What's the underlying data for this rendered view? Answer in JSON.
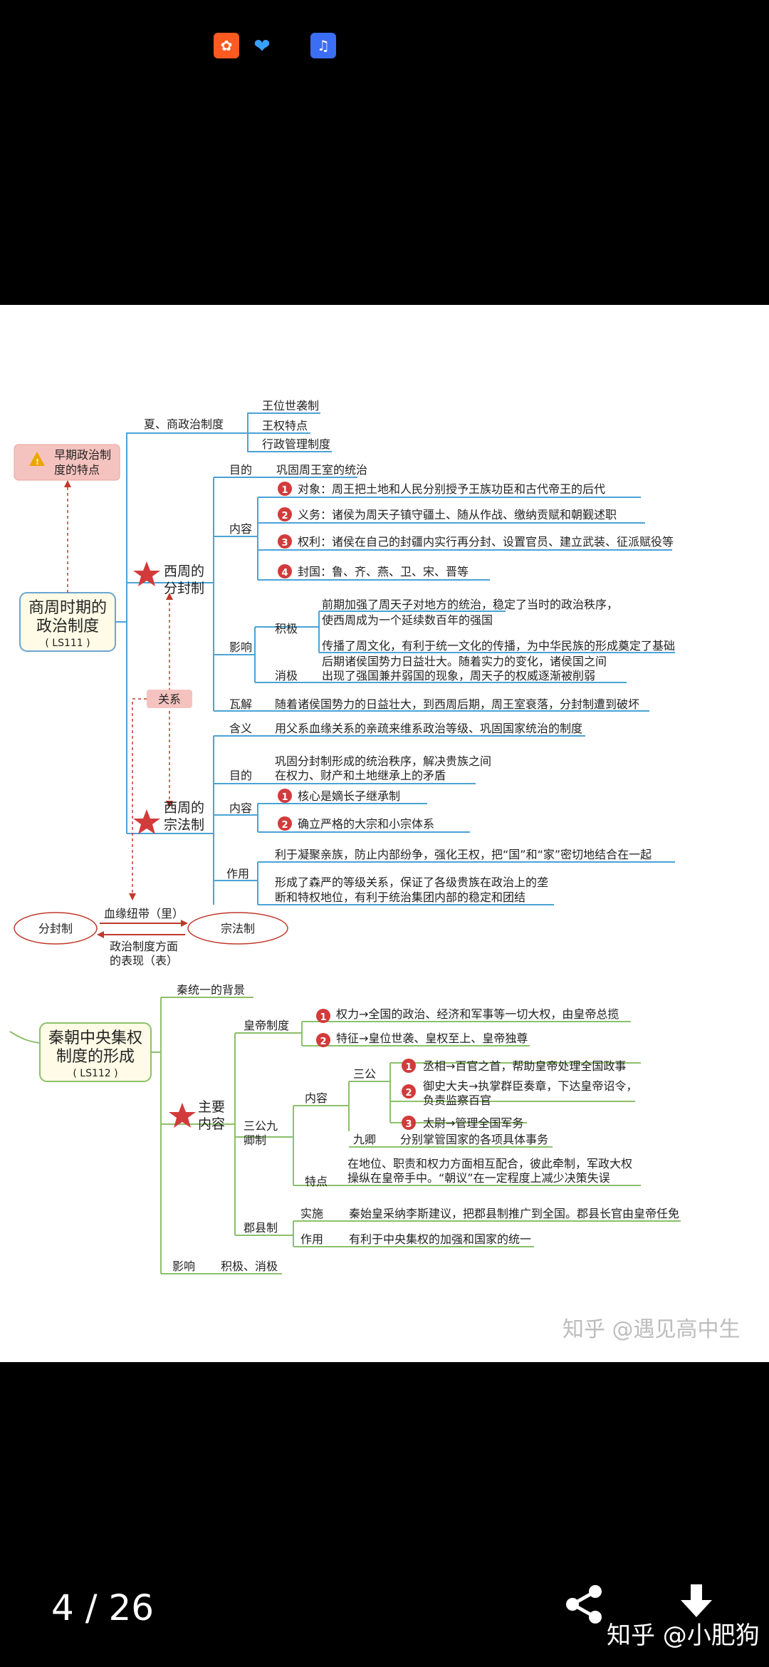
{
  "status_icons": [
    "kuaishou-icon",
    "heart-hand-icon",
    "music-icon"
  ],
  "viewer": {
    "page_counter": "4 / 26",
    "author_watermark": "知乎 @小肥狗"
  },
  "mindmap": {
    "watermark": "知乎 @遇见高中生",
    "colors": {
      "blue": "#4aa3d6",
      "green": "#8dc06a",
      "red": "#d23b3b",
      "pink_box": "#f5c3bf",
      "center_box": "#fffbe6"
    },
    "root1": {
      "line1": "商周时期的",
      "line2": "政治制度",
      "code": "( LS111 )"
    },
    "early": {
      "line1": "早期政治制",
      "line2": "度的特点"
    },
    "relation": "关系",
    "xia_shang": {
      "label": "夏、商政治制度",
      "items": [
        "王位世袭制",
        "王权特点",
        "行政管理制度"
      ]
    },
    "fenfeng": {
      "line1": "西周的",
      "line2": "分封制",
      "purpose_label": "目的",
      "purpose": "巩固周王室的统治",
      "content_label": "内容",
      "content": [
        {
          "n": "1",
          "text": "对象：周王把土地和人民分别授予王族功臣和古代帝王的后代"
        },
        {
          "n": "2",
          "text": "义务：诸侯为周天子镇守疆土、随从作战、缴纳贡赋和朝觐述职"
        },
        {
          "n": "3",
          "text": "权利：诸侯在自己的封疆内实行再分封、设置官员、建立武装、征派赋役等"
        },
        {
          "n": "4",
          "text": "封国：鲁、齐、燕、卫、宋、晋等"
        }
      ],
      "impact_label": "影响",
      "positive_label": "积极",
      "positive1a": "前期加强了周天子对地方的统治，稳定了当时的政治秩序，",
      "positive1b": "使西周成为一个延续数百年的强国",
      "positive2": "传播了周文化，有利于统一文化的传播，为中华民族的形成奠定了基础",
      "negative_label": "消极",
      "negative_a": "后期诸侯国势力日益壮大。随着实力的变化，诸侯国之间",
      "negative_b": "出现了强国兼并弱国的现象，周天子的权威逐渐被削弱",
      "collapse_label": "瓦解",
      "collapse": "随着诸侯国势力的日益壮大，到西周后期，周王室衰落，分封制遭到破坏"
    },
    "zongfa": {
      "line1": "西周的",
      "line2": "宗法制",
      "meaning_label": "含义",
      "meaning": "用父系血缘关系的亲疏来维系政治等级、巩固国家统治的制度",
      "purpose_label": "目的",
      "purpose_a": "巩固分封制形成的统治秩序，解决贵族之间",
      "purpose_b": "在权力、财产和土地继承上的矛盾",
      "content_label": "内容",
      "content": [
        {
          "n": "1",
          "text": "核心是嫡长子继承制"
        },
        {
          "n": "2",
          "text": "确立严格的大宗和小宗体系"
        }
      ],
      "effect_label": "作用",
      "effect1": "利于凝聚亲族，防止内部纷争，强化王权，把“国”和“家”密切地结合在一起",
      "effect2a": "形成了森严的等级关系，保证了各级贵族在政治上的垄",
      "effect2b": "断和特权地位，有利于统治集团内部的稳定和团结"
    },
    "compare": {
      "left": "分封制",
      "right": "宗法制",
      "top": "血缘纽带（里）",
      "bottom1": "政治制度方面",
      "bottom2": "的表现（表）"
    },
    "root2": {
      "line1": "秦朝中央集权",
      "line2": "制度的形成",
      "code": "( LS112 )"
    },
    "qin": {
      "background": "秦统一的背景",
      "main_line1": "主要",
      "main_line2": "内容",
      "emperor_label": "皇帝制度",
      "emperor": [
        {
          "n": "1",
          "text": "权力→全国的政治、经济和军事等一切大权，由皇帝总揽"
        },
        {
          "n": "2",
          "text": "特征→皇位世袭、皇权至上、皇帝独尊"
        }
      ],
      "sgjq_line1": "三公九",
      "sgjq_line2": "卿制",
      "sgjq_content_label": "内容",
      "sangong_label": "三公",
      "sangong": [
        {
          "n": "1",
          "text": "丞相→百官之首，帮助皇帝处理全国政事"
        },
        {
          "n": "2",
          "text_a": "御史大夫→执掌群臣奏章，下达皇帝诏令，",
          "text_b": "负责监察百官"
        },
        {
          "n": "3",
          "text": "太尉→管理全国军务"
        }
      ],
      "jiuqing_label": "九卿",
      "jiuqing": "分别掌管国家的各项具体事务",
      "feature_label": "特点",
      "feature_a": "在地位、职责和权力方面相互配合，彼此牵制，军政大权",
      "feature_b": "操纵在皇帝手中。“朝议”在一定程度上减少决策失误",
      "junxian_label": "郡县制",
      "implement_label": "实施",
      "implement": "秦始皇采纳李斯建议，把郡县制推广到全国。郡县长官由皇帝任免",
      "effect_label": "作用",
      "effect": "有利于中央集权的加强和国家的统一",
      "influence_label": "影响",
      "influence": "积极、消极"
    }
  }
}
